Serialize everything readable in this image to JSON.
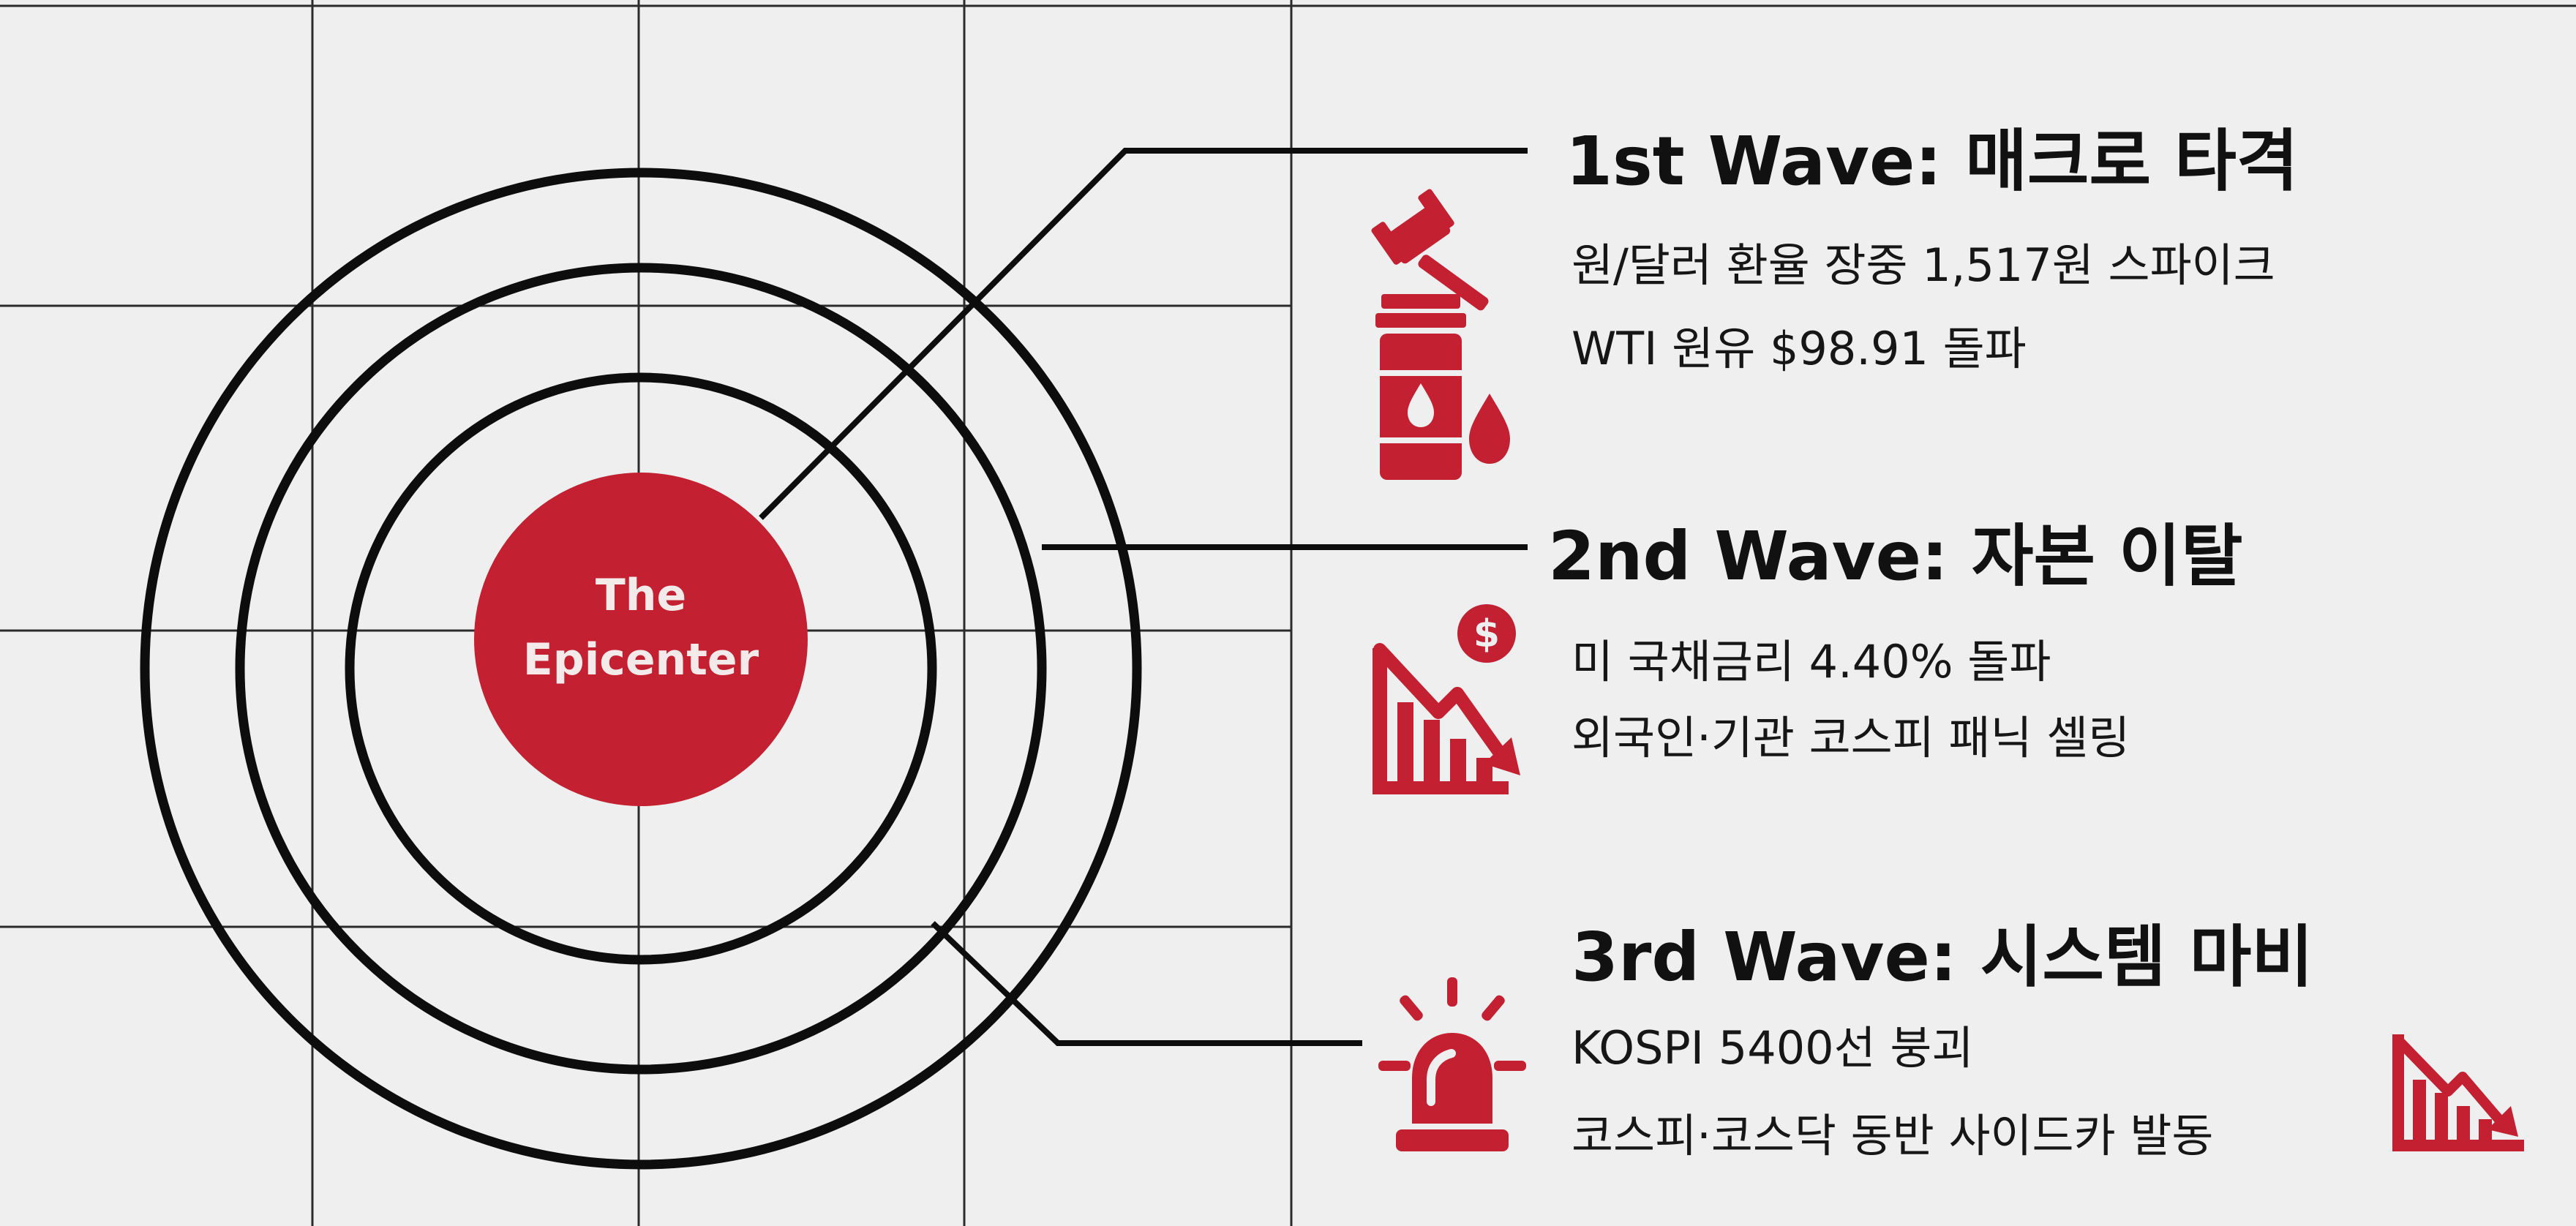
{
  "center": {
    "line1": "The",
    "line2": "Epicenter",
    "color": "#c32032"
  },
  "accent_color": "#c32032",
  "waves": [
    {
      "title": "1st Wave: 매크로 타격",
      "line1": "원/달러 환율 장중 1,517원 스파이크",
      "line2": "WTI 원유 $98.91 돌파",
      "icons": [
        "gavel-icon",
        "oil-barrel-icon"
      ]
    },
    {
      "title": "2nd Wave: 자본 이탈",
      "line1": "미 국채금리 4.40% 돌파",
      "line2": "외국인·기관 코스피 패닉 셀링",
      "icons": [
        "falling-chart-dollar-icon"
      ]
    },
    {
      "title": "3rd Wave: 시스템 마비",
      "line1": "KOSPI 5400선 붕괴",
      "line2": "코스피·코스닥 동반 사이드카 발동",
      "icons": [
        "siren-icon",
        "falling-chart-icon"
      ]
    }
  ]
}
